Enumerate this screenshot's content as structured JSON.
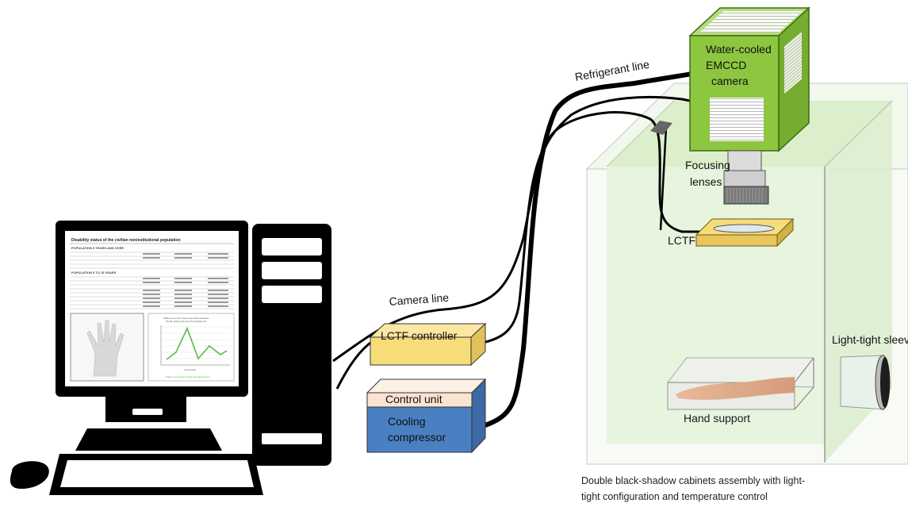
{
  "labels": {
    "camera_line1": "Water-cooled",
    "camera_line2": "EMCCD",
    "camera_line3": "camera",
    "refrigerant_line": "Refrigerant line",
    "camera_line": "Camera  line",
    "lctf_controller": "LCTF controller",
    "control_unit": "Control unit",
    "cooling_line1": "Cooling",
    "cooling_line2": "compressor",
    "focusing_line1": "Focusing",
    "focusing_line2": "lenses",
    "lctf": "LCTF",
    "light_tight_sleeve": "Light-tight sleeve",
    "hand_support": "Hand support"
  },
  "caption": {
    "line1": "Double black-shadow cabinets assembly with light-",
    "line2": "tight configuration and temperature control"
  },
  "monitor_doc": {
    "title": "Disability status of the civilian noninstitutional population",
    "section1": "POPULATION 5 YEARS AND OVER",
    "section2": "POPULATION 5 TO 15 YEARS",
    "chart_title_line1": "Difference of the mean pixel value between",
    "chart_title_line2": "the file (HS) mask and the background",
    "chart_axis_label": "wavelength",
    "chart_legend": "Difference between hand and background"
  },
  "colors": {
    "camera_green": "#8dc63f",
    "cabinet_green": "#e6f3dc",
    "lctf_yellow": "#f7dc7a",
    "control_unit_peach": "#fbe3d1",
    "compressor_blue": "#4a7fc1",
    "cable_black": "#000000"
  }
}
